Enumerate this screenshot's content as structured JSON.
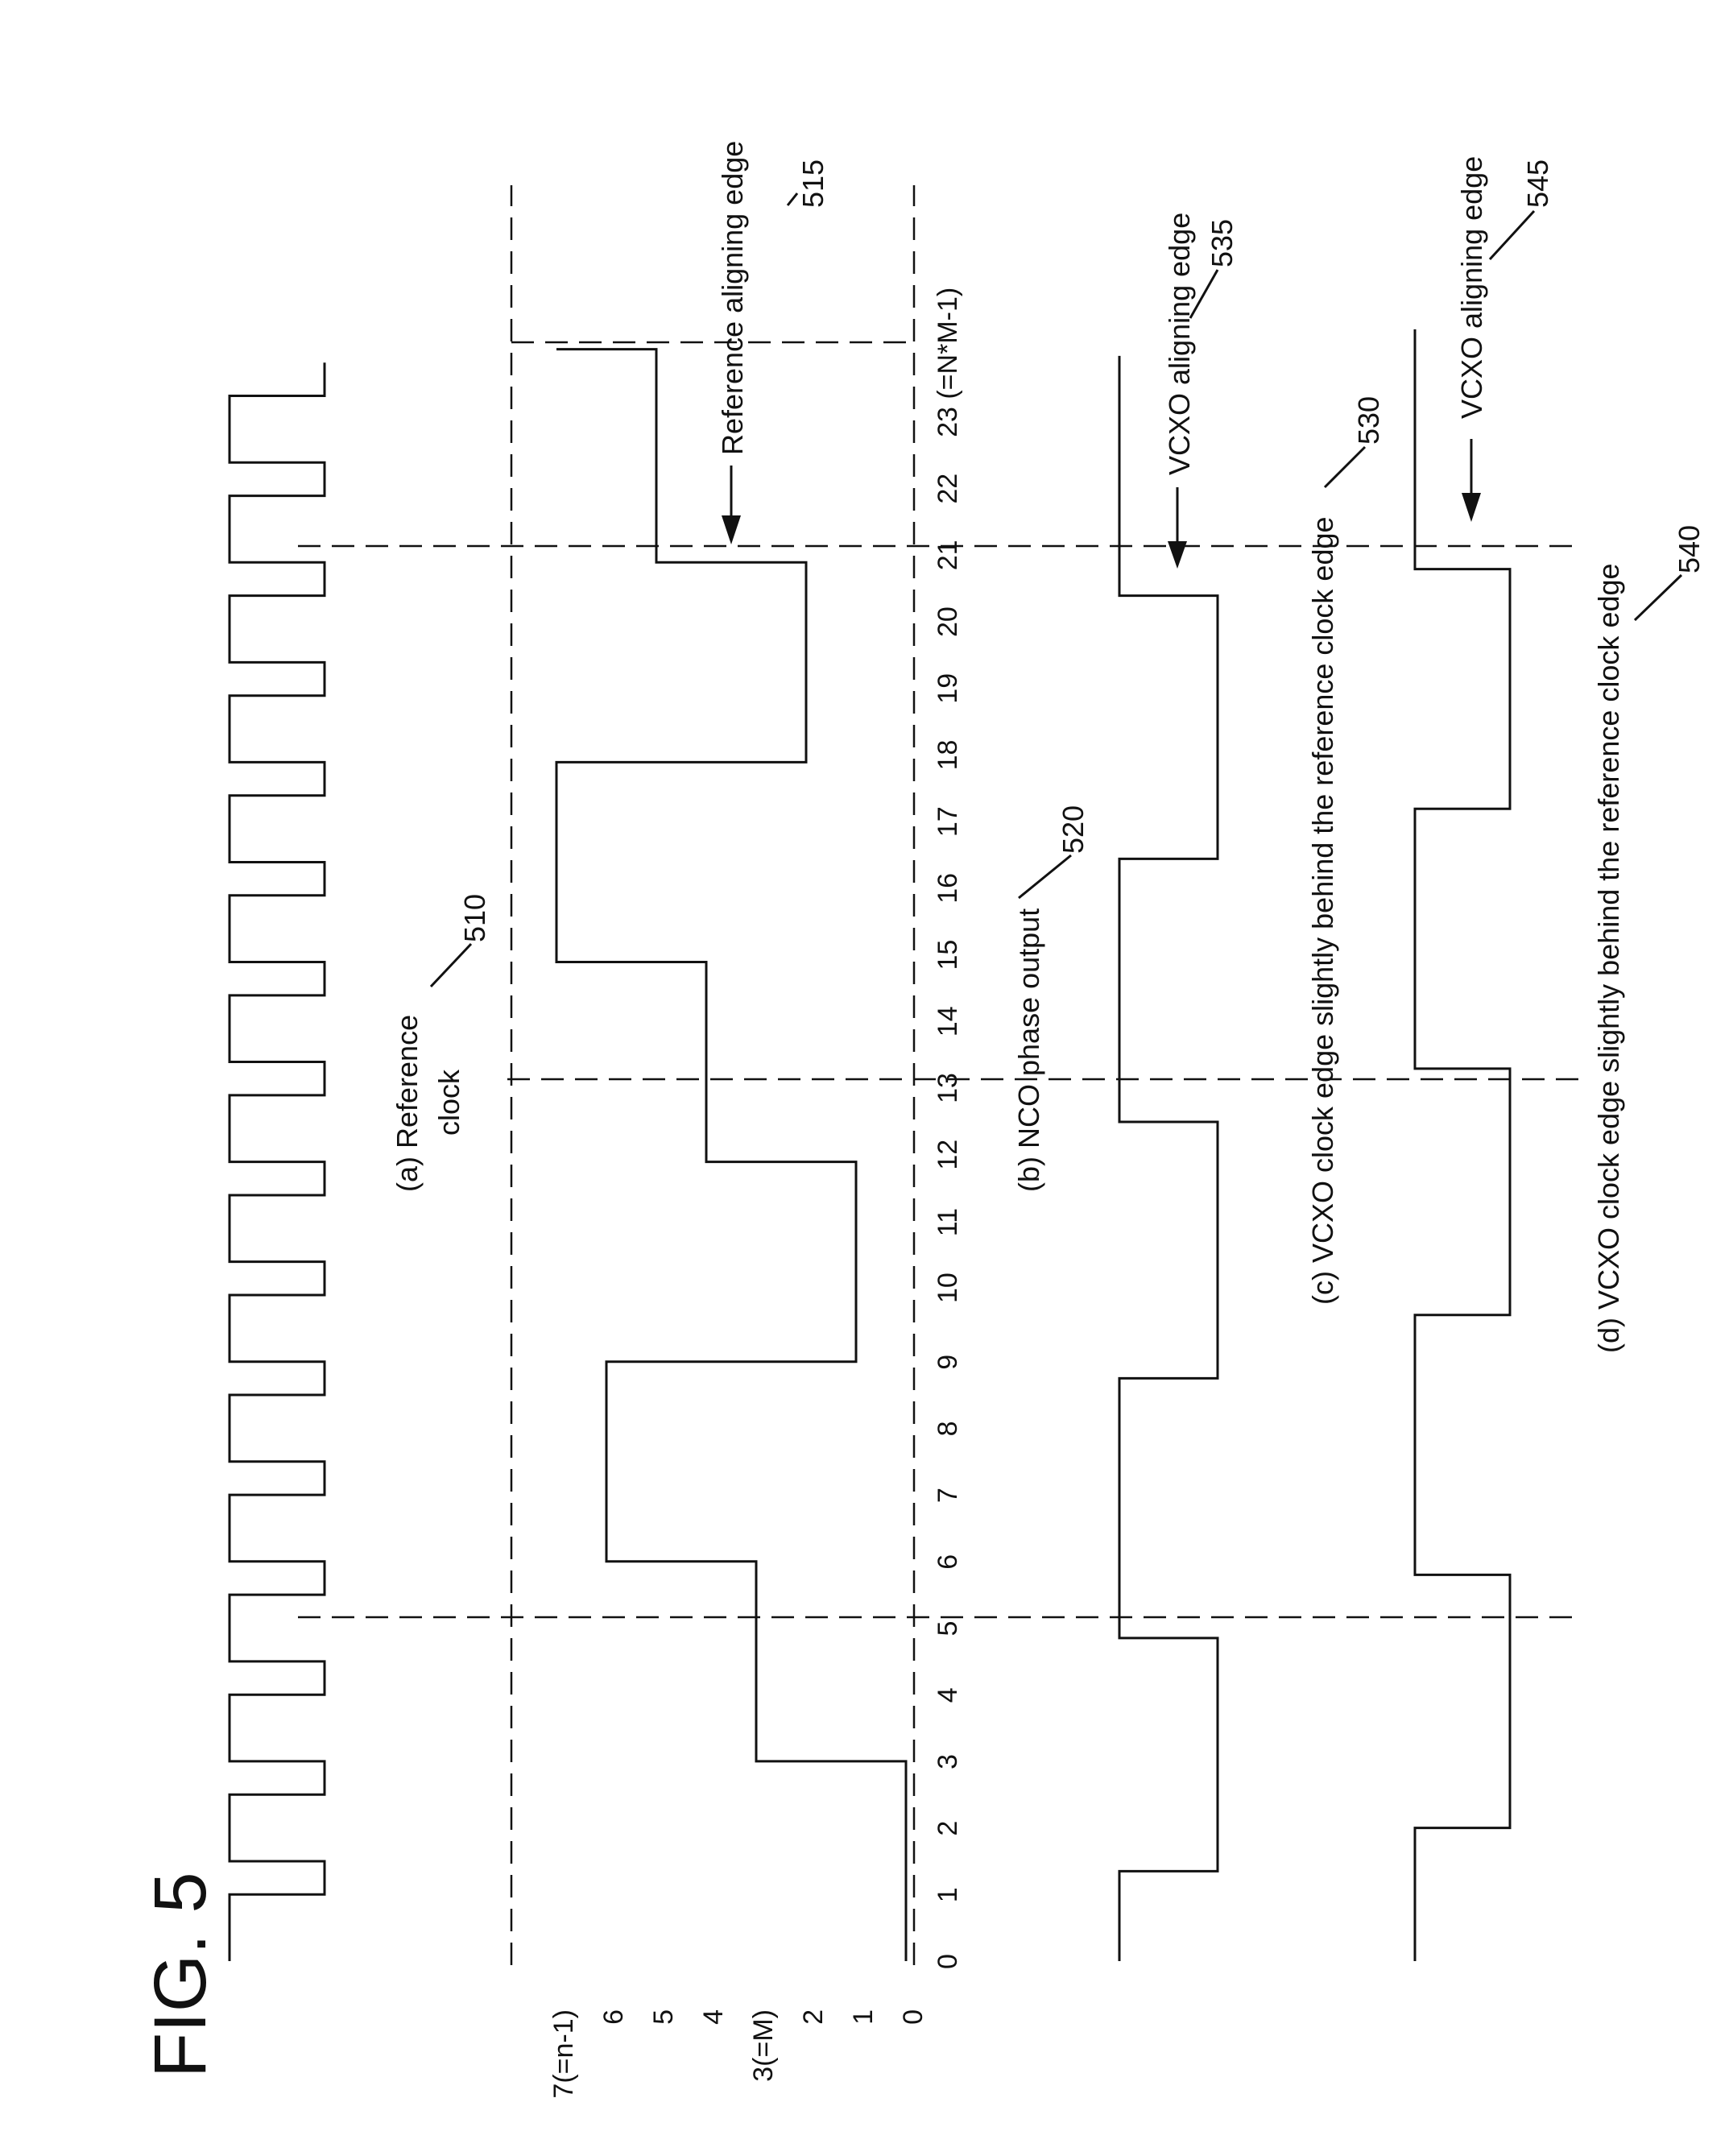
{
  "figure": {
    "title": "FIG. 5",
    "labels": {
      "ref_clock": [
        "(a) Reference",
        "clock"
      ],
      "nco": "(b) NCO phase output",
      "vcxo_c": "(c) VCXO clock edge slightly behind the reference clock edge",
      "vcxo_d": "(d) VCXO clock edge slightly behind the reference clock edge",
      "ref_align": "Reference aligning edge",
      "vcxo_align_c": "VCXO aligning edge",
      "vcxo_align_d": "VCXO aligning edge"
    },
    "refs": {
      "r510": "510",
      "r515": "515",
      "r520": "520",
      "r530": "530",
      "r535": "535",
      "r540": "540",
      "r545": "545"
    },
    "ticks": [
      "0",
      "1",
      "2",
      "3",
      "4",
      "5",
      "6",
      "7",
      "8",
      "9",
      "10",
      "11",
      "12",
      "13",
      "14",
      "15",
      "16",
      "17",
      "18",
      "19",
      "20",
      "21",
      "22",
      "23 (=N*M-1)"
    ],
    "phase_levels": [
      "0",
      "1",
      "2",
      "3(=M)",
      "4",
      "5",
      "6",
      "7(=n-1)"
    ]
  },
  "chart_data": {
    "type": "line",
    "x_label": "",
    "y_label": "",
    "x_ticks": [
      0,
      1,
      2,
      3,
      4,
      5,
      6,
      7,
      8,
      9,
      10,
      11,
      12,
      13,
      14,
      15,
      16,
      17,
      18,
      19,
      20,
      21,
      22,
      23
    ],
    "y_ticks": [
      0,
      1,
      2,
      3,
      4,
      5,
      6,
      7
    ],
    "series": [
      {
        "id": "reference_clock",
        "steps": [
          [
            0,
            0
          ],
          [
            1,
            1
          ],
          [
            1.5,
            0
          ],
          [
            2.5,
            1
          ],
          [
            3,
            0
          ],
          [
            4,
            1
          ],
          [
            4.5,
            0
          ],
          [
            5.5,
            1
          ],
          [
            6,
            0
          ],
          [
            7,
            1
          ],
          [
            7.5,
            0
          ],
          [
            8.5,
            1
          ],
          [
            9,
            0
          ],
          [
            10,
            1
          ],
          [
            10.5,
            0
          ],
          [
            11.5,
            1
          ],
          [
            12,
            0
          ],
          [
            13,
            1
          ],
          [
            13.5,
            0
          ],
          [
            14.5,
            1
          ],
          [
            15,
            0
          ],
          [
            16,
            1
          ],
          [
            16.5,
            0
          ],
          [
            17.5,
            1
          ],
          [
            18,
            0
          ],
          [
            19,
            1
          ],
          [
            19.5,
            0
          ],
          [
            20.5,
            1
          ],
          [
            21,
            0
          ],
          [
            22,
            1
          ],
          [
            22.5,
            0
          ],
          [
            23.5,
            1
          ],
          [
            24,
            1
          ]
        ]
      },
      {
        "id": "nco_phase",
        "steps": [
          [
            0,
            0
          ],
          [
            3,
            3
          ],
          [
            6,
            6
          ],
          [
            9,
            1
          ],
          [
            12,
            4
          ],
          [
            15,
            7
          ],
          [
            18,
            2
          ],
          [
            21,
            5
          ],
          [
            24,
            5
          ]
        ]
      },
      {
        "id": "vcxo_c",
        "steps": [
          [
            0,
            0
          ],
          [
            1.35,
            1
          ],
          [
            4.85,
            0
          ],
          [
            8.75,
            1
          ],
          [
            12.6,
            0
          ],
          [
            16.55,
            1
          ],
          [
            20.5,
            0
          ],
          [
            24.1,
            0
          ]
        ]
      },
      {
        "id": "vcxo_d",
        "steps": [
          [
            0,
            0
          ],
          [
            2.0,
            1
          ],
          [
            5.8,
            0
          ],
          [
            9.7,
            1
          ],
          [
            13.4,
            0
          ],
          [
            17.3,
            1
          ],
          [
            20.9,
            0
          ],
          [
            24.5,
            0
          ]
        ]
      }
    ],
    "aligning_edges_at": [
      5.3,
      13.3,
      21
    ]
  }
}
